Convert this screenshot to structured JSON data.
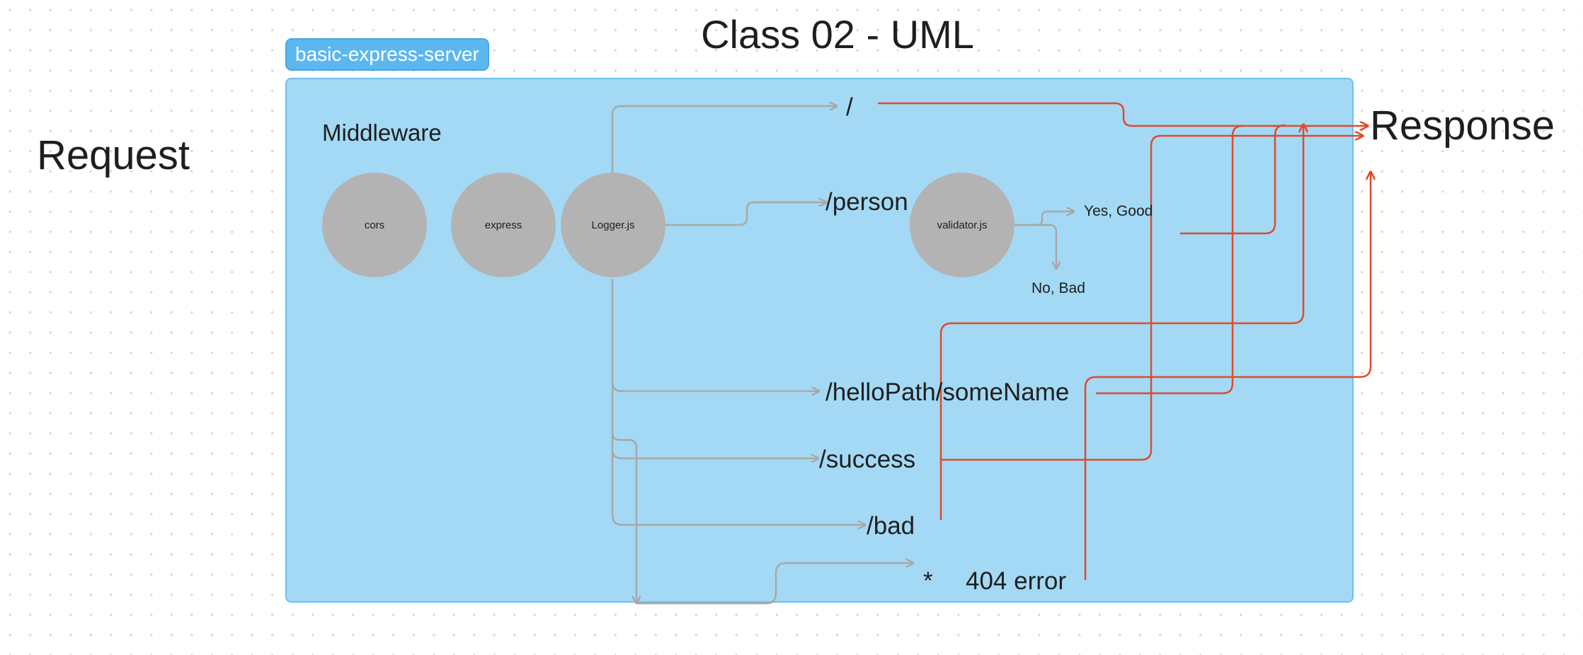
{
  "title": "Class 02 - UML",
  "frame": {
    "label": "basic-express-server"
  },
  "request_label": "Request",
  "response_label": "Response",
  "middleware": {
    "heading": "Middleware",
    "nodes": {
      "cors": "cors",
      "express": "express",
      "logger": "Logger.js",
      "validator": "validator.js"
    }
  },
  "routes": {
    "root": "/",
    "person": "/person",
    "hello": "/helloPath/someName",
    "success": "/success",
    "bad": "/bad",
    "wildcard": "*"
  },
  "outcomes": {
    "yes": "Yes, Good",
    "no": "No, Bad",
    "not_found": "404 error"
  },
  "colors": {
    "frame_fill": "#a3d9f5",
    "frame_border": "#6cc0ef",
    "label_fill": "#5db7ef",
    "node_fill": "#b3b3b3",
    "flow_gray": "#a8a8a8",
    "response_red": "#e04a2b"
  }
}
